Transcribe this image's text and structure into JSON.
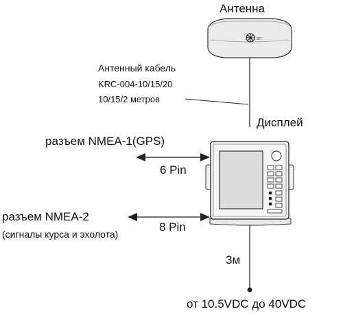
{
  "antenna": {
    "title": "Антенна",
    "cable_label": "Антенный кабель",
    "cable_model": "KRC-004-10/15/20",
    "cable_length": "10/15/2 метров"
  },
  "display": {
    "title": "Дисплей"
  },
  "nmea1": {
    "label": "разъем NMEA-1(GPS)",
    "pins": "6 Pin"
  },
  "nmea2": {
    "label": "разъем NMEA-2",
    "note": "(сигналы курса и эхолота)",
    "pins": "8 Pin"
  },
  "power": {
    "cable_length": "3м",
    "voltage": "от 10.5VDC до 40VDC"
  }
}
